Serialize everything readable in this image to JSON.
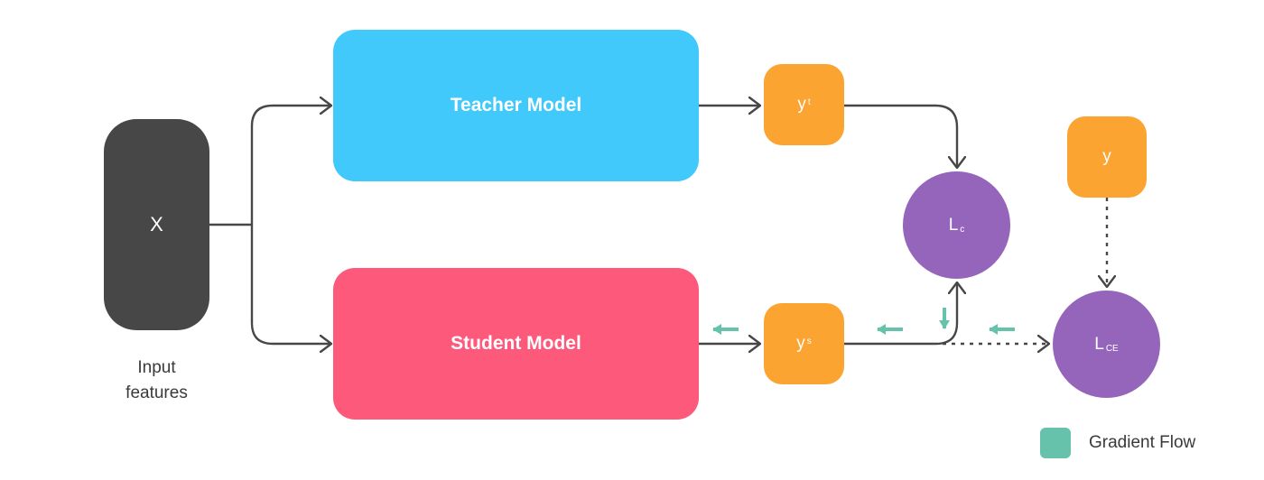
{
  "colors": {
    "input": "#474747",
    "teacher": "#41c9fb",
    "student": "#fd5a7b",
    "output": "#fba431",
    "loss": "#9565bc",
    "gradient": "#66c2aa",
    "connector": "#474747"
  },
  "nodes": {
    "input": {
      "label": "X"
    },
    "input_caption": {
      "line1": "Input",
      "line2": "features"
    },
    "teacher": {
      "label": "Teacher Model"
    },
    "student": {
      "label": "Student Model"
    },
    "teacher_output": {
      "base": "y",
      "sup": "t"
    },
    "student_output": {
      "base": "y",
      "sup": "s"
    },
    "ground_truth": {
      "label": "y"
    },
    "consistency_loss": {
      "base": "L",
      "sub": "c"
    },
    "ce_loss": {
      "base": "L",
      "sub": "CE"
    }
  },
  "legend": {
    "gradient_label": "Gradient Flow",
    "gradient_icon": "gradient-swatch"
  }
}
